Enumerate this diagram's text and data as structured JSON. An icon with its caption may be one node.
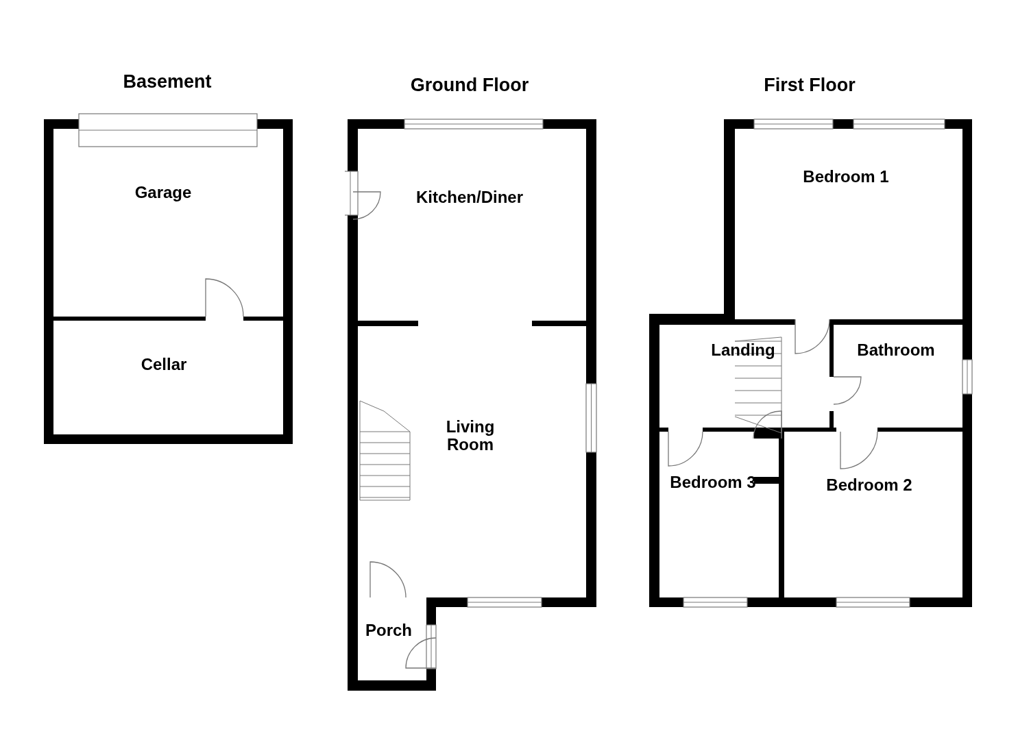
{
  "diagram": {
    "nodes": [
      {
        "text": [
          "Basement"
        ]
      },
      {
        "text": [
          "Garage"
        ],
        "in": 0
      },
      {
        "text": [
          "Cellar"
        ],
        "in": 0
      },
      {
        "text": [
          "Ground Floor"
        ]
      },
      {
        "text": [
          "Kitchen/Diner"
        ],
        "in": 3
      },
      {
        "text": [
          "Living Room"
        ],
        "in": 3
      },
      {
        "text": [
          "Porch"
        ],
        "in": 3
      },
      {
        "text": [
          "First Floor"
        ]
      },
      {
        "text": [
          "Bedroom 1"
        ],
        "in": 7
      },
      {
        "text": [
          "Landing"
        ],
        "in": 7
      },
      {
        "text": [
          "Bathroom"
        ],
        "in": 7
      },
      {
        "text": [
          "Bedroom 3"
        ],
        "in": 7
      },
      {
        "text": [
          "Bedroom 2"
        ],
        "in": 7
      }
    ]
  }
}
